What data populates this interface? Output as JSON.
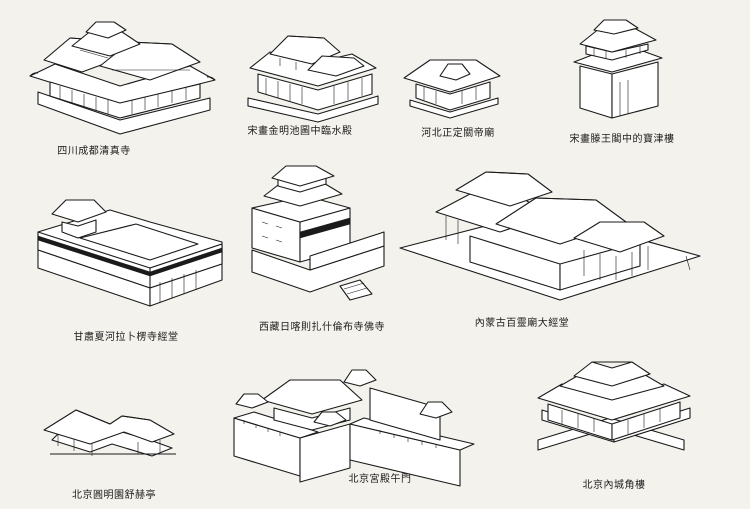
{
  "buildings": [
    {
      "caption": "四川成都清真寺"
    },
    {
      "caption": "宋畫金明池圖中臨水殿"
    },
    {
      "caption": "河北正定關帝廟"
    },
    {
      "caption": "宋畫滕王閣中的寶津樓"
    },
    {
      "caption": "甘肅夏河拉卜楞寺經堂"
    },
    {
      "caption": "西藏日喀則扎什倫布寺佛寺"
    },
    {
      "caption": "內蒙古百靈廟大經堂"
    },
    {
      "caption": "北京圓明園舒赫亭"
    },
    {
      "caption": "北京宮殿午門"
    },
    {
      "caption": "北京內城角樓"
    }
  ],
  "colors": {
    "ink": "#1a1a1a",
    "paper": "#f4f2ec"
  }
}
